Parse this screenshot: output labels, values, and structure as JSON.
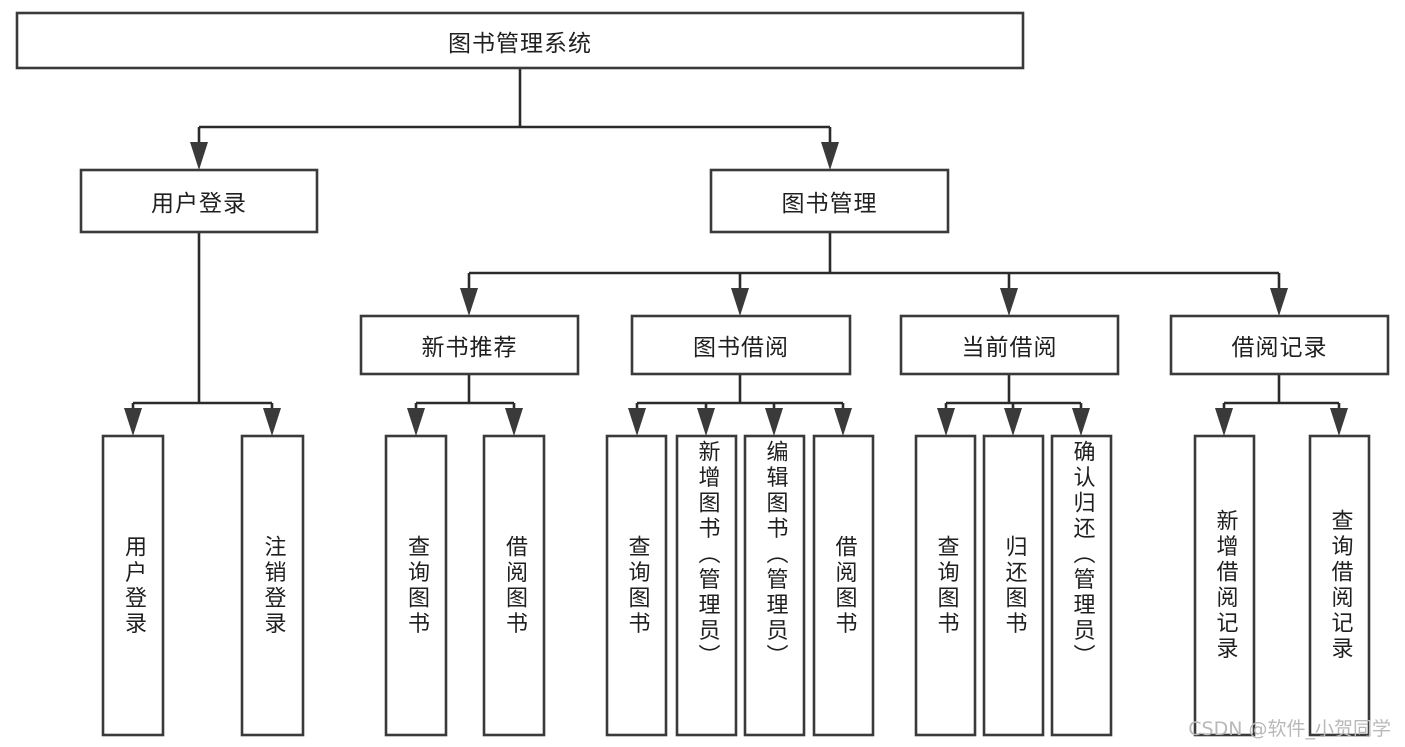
{
  "diagram": {
    "type": "tree",
    "title": "图书管理系统",
    "watermark": "CSDN @软件_小贺同学",
    "colors": {
      "box_stroke": "#3a3a3a",
      "box_fill": "#ffffff",
      "connector": "#2b2b2b",
      "text": "#1f1f1f",
      "watermark": "#b9b9b9",
      "background": "#ffffff"
    },
    "root": {
      "label": "图书管理系统"
    },
    "level2": [
      {
        "label": "用户登录"
      },
      {
        "label": "图书管理"
      }
    ],
    "level3": [
      {
        "label": "新书推荐"
      },
      {
        "label": "图书借阅"
      },
      {
        "label": "当前借阅"
      },
      {
        "label": "借阅记录"
      }
    ],
    "leaves": {
      "user_login": [
        {
          "label": "用户登录"
        },
        {
          "label": "注销登录"
        }
      ],
      "new_book_recommend": [
        {
          "label": "查询图书"
        },
        {
          "label": "借阅图书"
        }
      ],
      "book_borrow": [
        {
          "label": "查询图书"
        },
        {
          "label": "新增图书（管理员）"
        },
        {
          "label": "编辑图书（管理员）"
        },
        {
          "label": "借阅图书"
        }
      ],
      "current_borrow": [
        {
          "label": "查询图书"
        },
        {
          "label": "归还图书"
        },
        {
          "label": "确认归还（管理员）"
        }
      ],
      "borrow_record": [
        {
          "label": "新增借阅记录"
        },
        {
          "label": "查询借阅记录"
        }
      ]
    }
  }
}
